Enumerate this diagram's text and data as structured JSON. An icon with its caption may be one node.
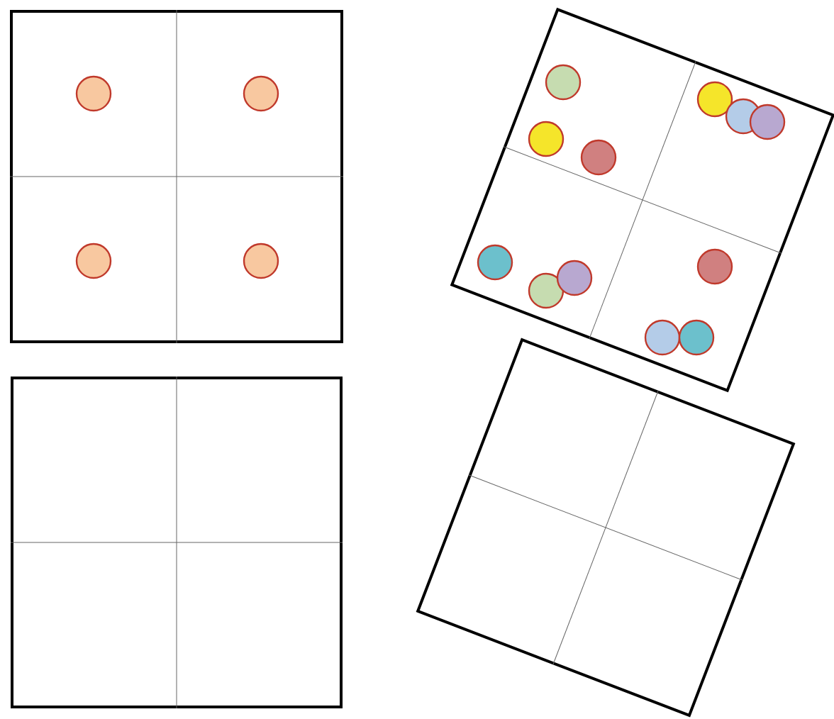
{
  "diagram": {
    "nodes": [
      {
        "text": [],
        "shape": "box"
      },
      {
        "text": [],
        "shape": "box"
      },
      {
        "text": [],
        "shape": "box"
      },
      {
        "text": [],
        "shape": "box"
      }
    ]
  }
}
